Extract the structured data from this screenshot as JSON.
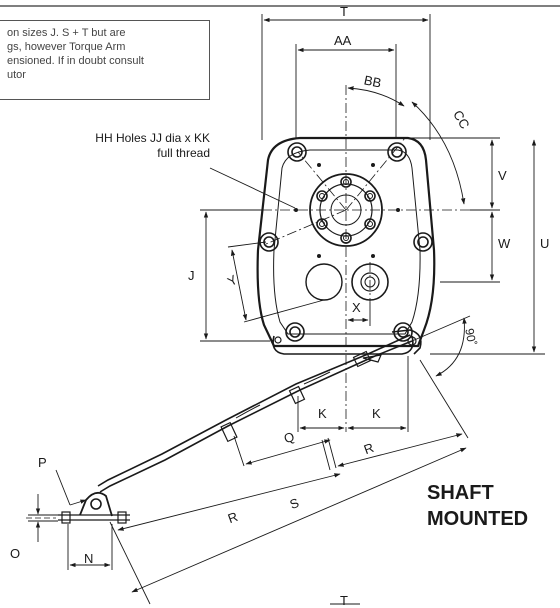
{
  "note": {
    "lines": [
      "on sizes J. S + T but are",
      "gs, however Torque Arm",
      "ensioned. If in doubt consult",
      "utor"
    ]
  },
  "callout": {
    "holes_line1": "HH Holes JJ dia x KK",
    "holes_line2": "full thread"
  },
  "title": {
    "line1": "SHAFT",
    "line2": "MOUNTED"
  },
  "dims": {
    "T_top": "T",
    "AA": "AA",
    "BB": "BB",
    "CC": "CC",
    "V": "V",
    "W": "W",
    "U": "U",
    "J": "J",
    "Y": "Y",
    "X": "X",
    "angle": "90˚",
    "K_left": "K",
    "K_right": "K",
    "Q": "Q",
    "R_upper": "R",
    "R_lower": "R",
    "S": "S",
    "P": "P",
    "O": "O",
    "N": "N",
    "T_bottom": "T"
  }
}
